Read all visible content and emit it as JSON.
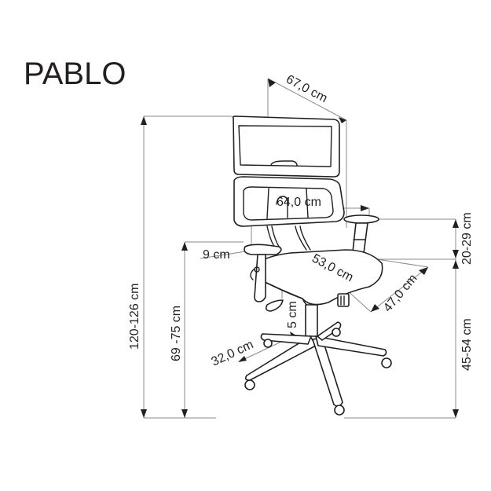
{
  "product": {
    "name": "PABLO",
    "type": "office swivel chair"
  },
  "dimensions": {
    "total_height": "120-126 cm",
    "armrest_height": "69 -75 cm",
    "seat_height": "45-54 cm",
    "backrest_height_above_seat": "20-29 cm",
    "depth": "67,0 cm",
    "width": "64,0 cm",
    "armrest_width": "9 cm",
    "seat_width": "53,0 cm",
    "seat_depth": "47,0 cm",
    "seat_thickness": "5 cm",
    "base_leg_length": "32,0 cm"
  },
  "colors": {
    "ink": "#231f20",
    "dimension_line": "#8a8a8a",
    "background": "#ffffff"
  }
}
